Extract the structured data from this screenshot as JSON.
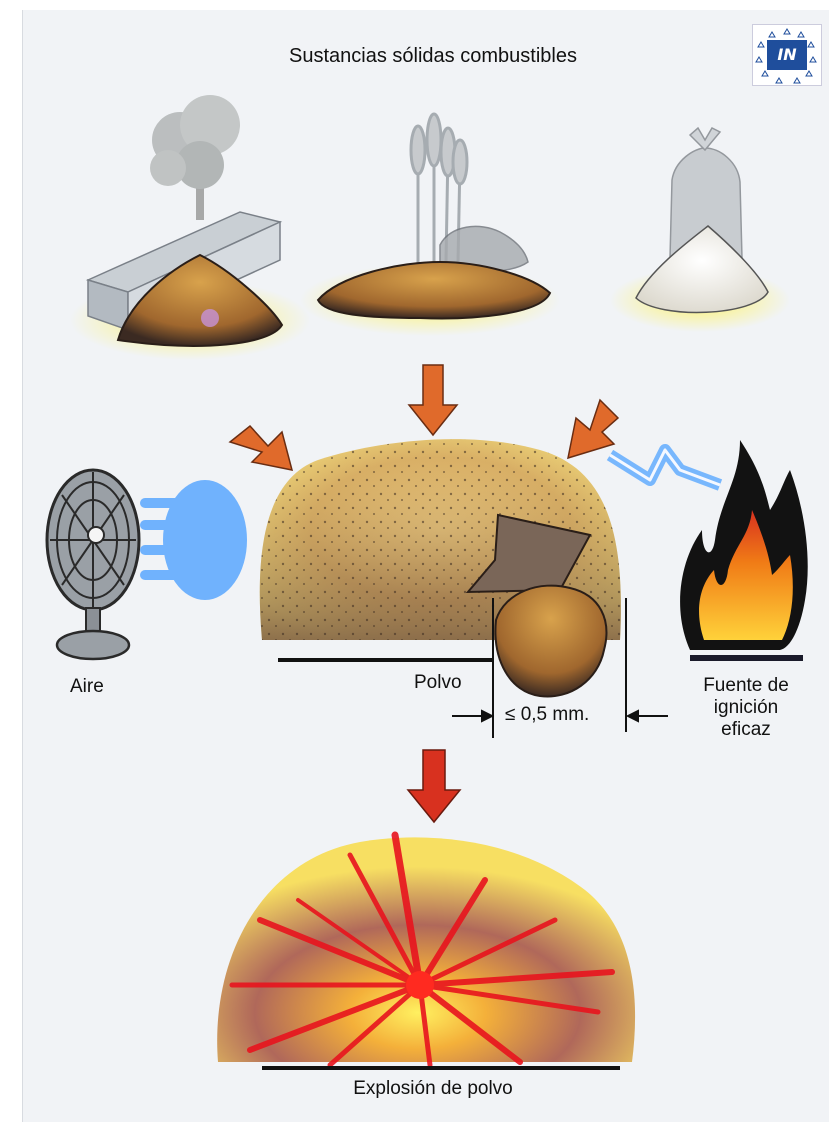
{
  "title": "Sustancias sólidas combustibles",
  "labels": {
    "air": "Aire",
    "dust": "Polvo",
    "particle_size": "≤ 0,5 mm.",
    "ignition_line1": "Fuente de",
    "ignition_line2": "ignición",
    "ignition_line3": "eficaz",
    "explosion": "Explosión de polvo"
  },
  "logo": {
    "letters": "IN",
    "icon": "insht-logo-icon"
  },
  "colors": {
    "arrow": "#e06a2b",
    "arrow_down": "#d8311f",
    "dust": "#c7954a",
    "air": "#5aa7ff",
    "flame": "#f07b16",
    "logo_blue": "#1f4e9c"
  },
  "icons": [
    "tree-icon",
    "wood-plank-icon",
    "wheat-icon",
    "grain-sack-icon",
    "sack-icon",
    "fan-icon",
    "air-flow-icon",
    "lightning-icon",
    "flame-icon",
    "dust-cloud-icon",
    "particle-icon",
    "explosion-icon"
  ]
}
